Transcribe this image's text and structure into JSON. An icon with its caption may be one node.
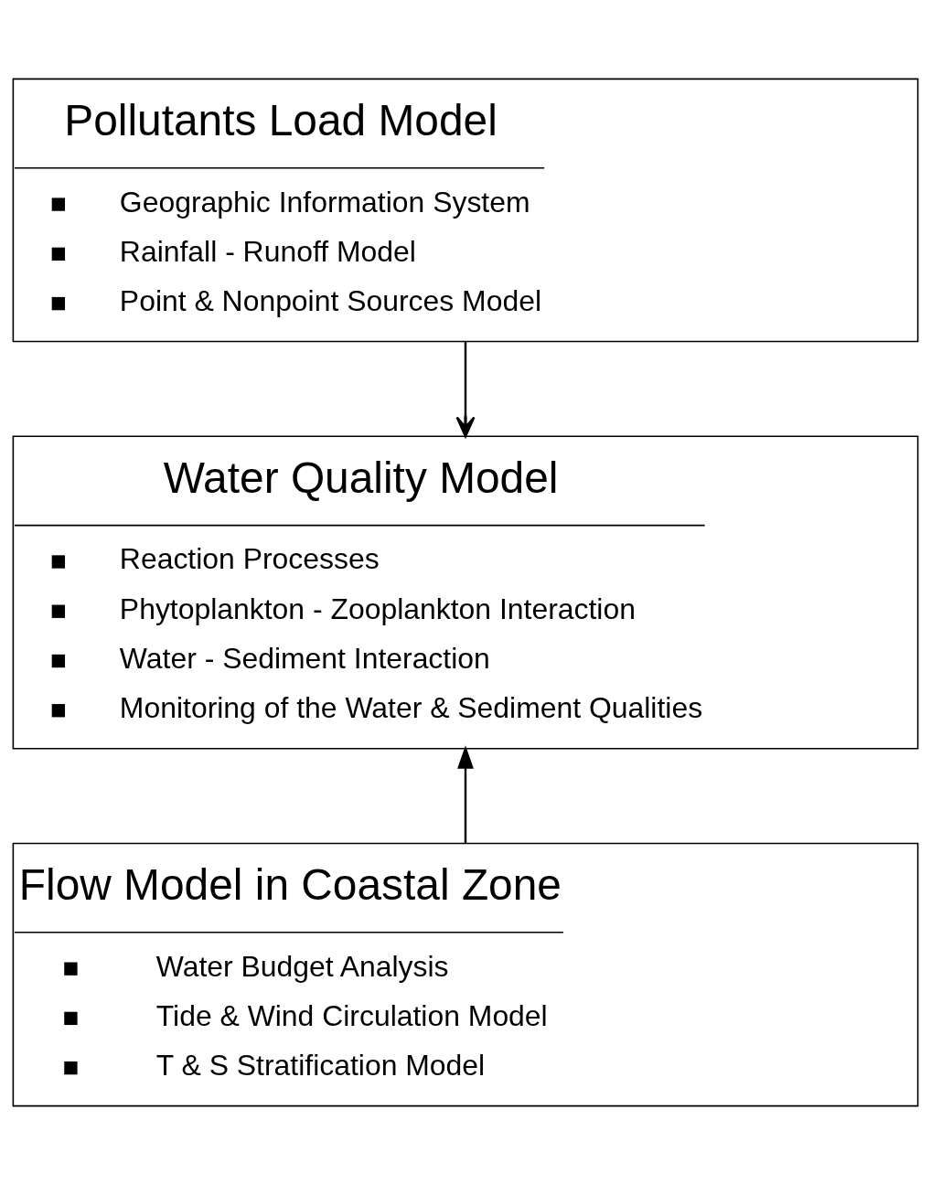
{
  "diagram": {
    "nodes": [
      {
        "text": [
          "Pollutants Load Model",
          "Geographic Information System",
          "Rainfall - Runoff Model",
          "Point & Nonpoint Sources Model"
        ]
      },
      {
        "text": [
          "Water Quality Model",
          "Reaction Processes",
          "Phytoplankton - Zooplankton Interaction",
          "Water - Sediment Interaction",
          "Monitoring of the Water & Sediment Qualities"
        ]
      },
      {
        "text": [
          "Flow Model in Coastal Zone",
          "Water Budget Analysis",
          "Tide & Wind Circulation Model",
          "T & S Stratification Model"
        ]
      }
    ],
    "edges": [
      {
        "from": 0,
        "to": 1,
        "arrow": "to"
      },
      {
        "from": 2,
        "to": 1,
        "arrow": "to"
      }
    ]
  }
}
